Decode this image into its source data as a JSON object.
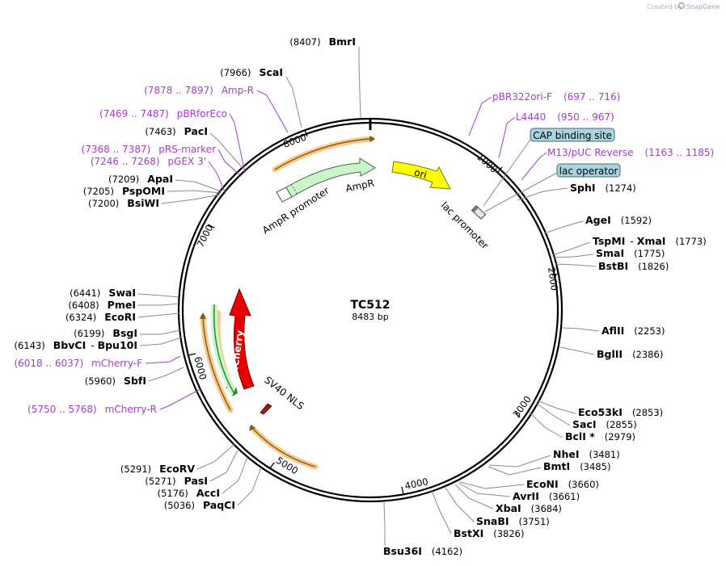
{
  "credit": {
    "prefix": "Created by",
    "brand": "SnapGene"
  },
  "plasmid": {
    "name": "TC512",
    "size_label": "8483 bp"
  },
  "ticks": [
    "1000",
    "2000",
    "3000",
    "4000",
    "5000",
    "6000",
    "7000",
    "8000"
  ],
  "features": {
    "ampr": "AmpR",
    "ampr_promoter": "AmpR promoter",
    "ori": "ori",
    "lac_promoter": "lac promoter",
    "mcherry": "mCherry",
    "sv40_nls": "SV40 NLS",
    "cap_binding_site": "CAP binding site",
    "lac_operator": "lac operator"
  },
  "primers": [
    {
      "name": "pBR322ori-F",
      "range": "(697 .. 716)"
    },
    {
      "name": "L4440",
      "range": "(950 .. 967)"
    },
    {
      "name": "M13/pUC Reverse",
      "range": "(1163 .. 1185)"
    },
    {
      "name": "Amp-R",
      "range": "(7878 .. 7897)"
    },
    {
      "name": "pBRforEco",
      "range": "(7469 .. 7487)"
    },
    {
      "name": "pRS-marker",
      "range": "(7368 .. 7387)"
    },
    {
      "name": "pGEX 3'",
      "range": "(7246 .. 7268)"
    },
    {
      "name": "mCherry-F",
      "range": "(6018 .. 6037)"
    },
    {
      "name": "mCherry-R",
      "range": "(5750 .. 5768)"
    }
  ],
  "sites": [
    {
      "name": "BmrI",
      "pos": "(8407)"
    },
    {
      "name": "ScaI",
      "pos": "(7966)"
    },
    {
      "name": "PacI",
      "pos": "(7463)"
    },
    {
      "name": "ApaI",
      "pos": "(7209)"
    },
    {
      "name": "PspOMI",
      "pos": "(7205)"
    },
    {
      "name": "BsiWI",
      "pos": "(7200)"
    },
    {
      "name": "SwaI",
      "pos": "(6441)"
    },
    {
      "name": "PmeI",
      "pos": "(6408)"
    },
    {
      "name": "EcoRI",
      "pos": "(6324)"
    },
    {
      "name": "BsgI",
      "pos": "(6199)"
    },
    {
      "name": "BbvCI",
      "pos": "(6143)",
      "name2": "Bpu10I"
    },
    {
      "name": "SbfI",
      "pos": "(5960)"
    },
    {
      "name": "EcoRV",
      "pos": "(5291)"
    },
    {
      "name": "PasI",
      "pos": "(5271)"
    },
    {
      "name": "AccI",
      "pos": "(5176)"
    },
    {
      "name": "PaqCI",
      "pos": "(5036)"
    },
    {
      "name": "Bsu36I",
      "pos": "(4162)"
    },
    {
      "name": "SphI",
      "pos": "(1274)"
    },
    {
      "name": "AgeI",
      "pos": "(1592)"
    },
    {
      "name": "TspMI",
      "pos": "(1773)",
      "name2": "XmaI"
    },
    {
      "name": "SmaI",
      "pos": "(1775)"
    },
    {
      "name": "BstBI",
      "pos": "(1826)"
    },
    {
      "name": "AflII",
      "pos": "(2253)"
    },
    {
      "name": "BglII",
      "pos": "(2386)"
    },
    {
      "name": "Eco53kI",
      "pos": "(2853)"
    },
    {
      "name": "SacI",
      "pos": "(2855)"
    },
    {
      "name": "BclI *",
      "pos": "(2979)"
    },
    {
      "name": "NheI",
      "pos": "(3481)"
    },
    {
      "name": "BmtI",
      "pos": "(3485)"
    },
    {
      "name": "EcoNI",
      "pos": "(3660)"
    },
    {
      "name": "AvrII",
      "pos": "(3661)"
    },
    {
      "name": "XbaI",
      "pos": "(3684)"
    },
    {
      "name": "SnaBI",
      "pos": "(3751)"
    },
    {
      "name": "BstXI",
      "pos": "(3826)"
    }
  ],
  "colors": {
    "ampr": "#ccf5cc",
    "ori": "#ffff00",
    "mcherry": "#e80000",
    "sv40": "#a01818",
    "primer_arrow": "#f7c98a",
    "primer_text": "#a43ccf",
    "box": "#a9d4dc"
  }
}
